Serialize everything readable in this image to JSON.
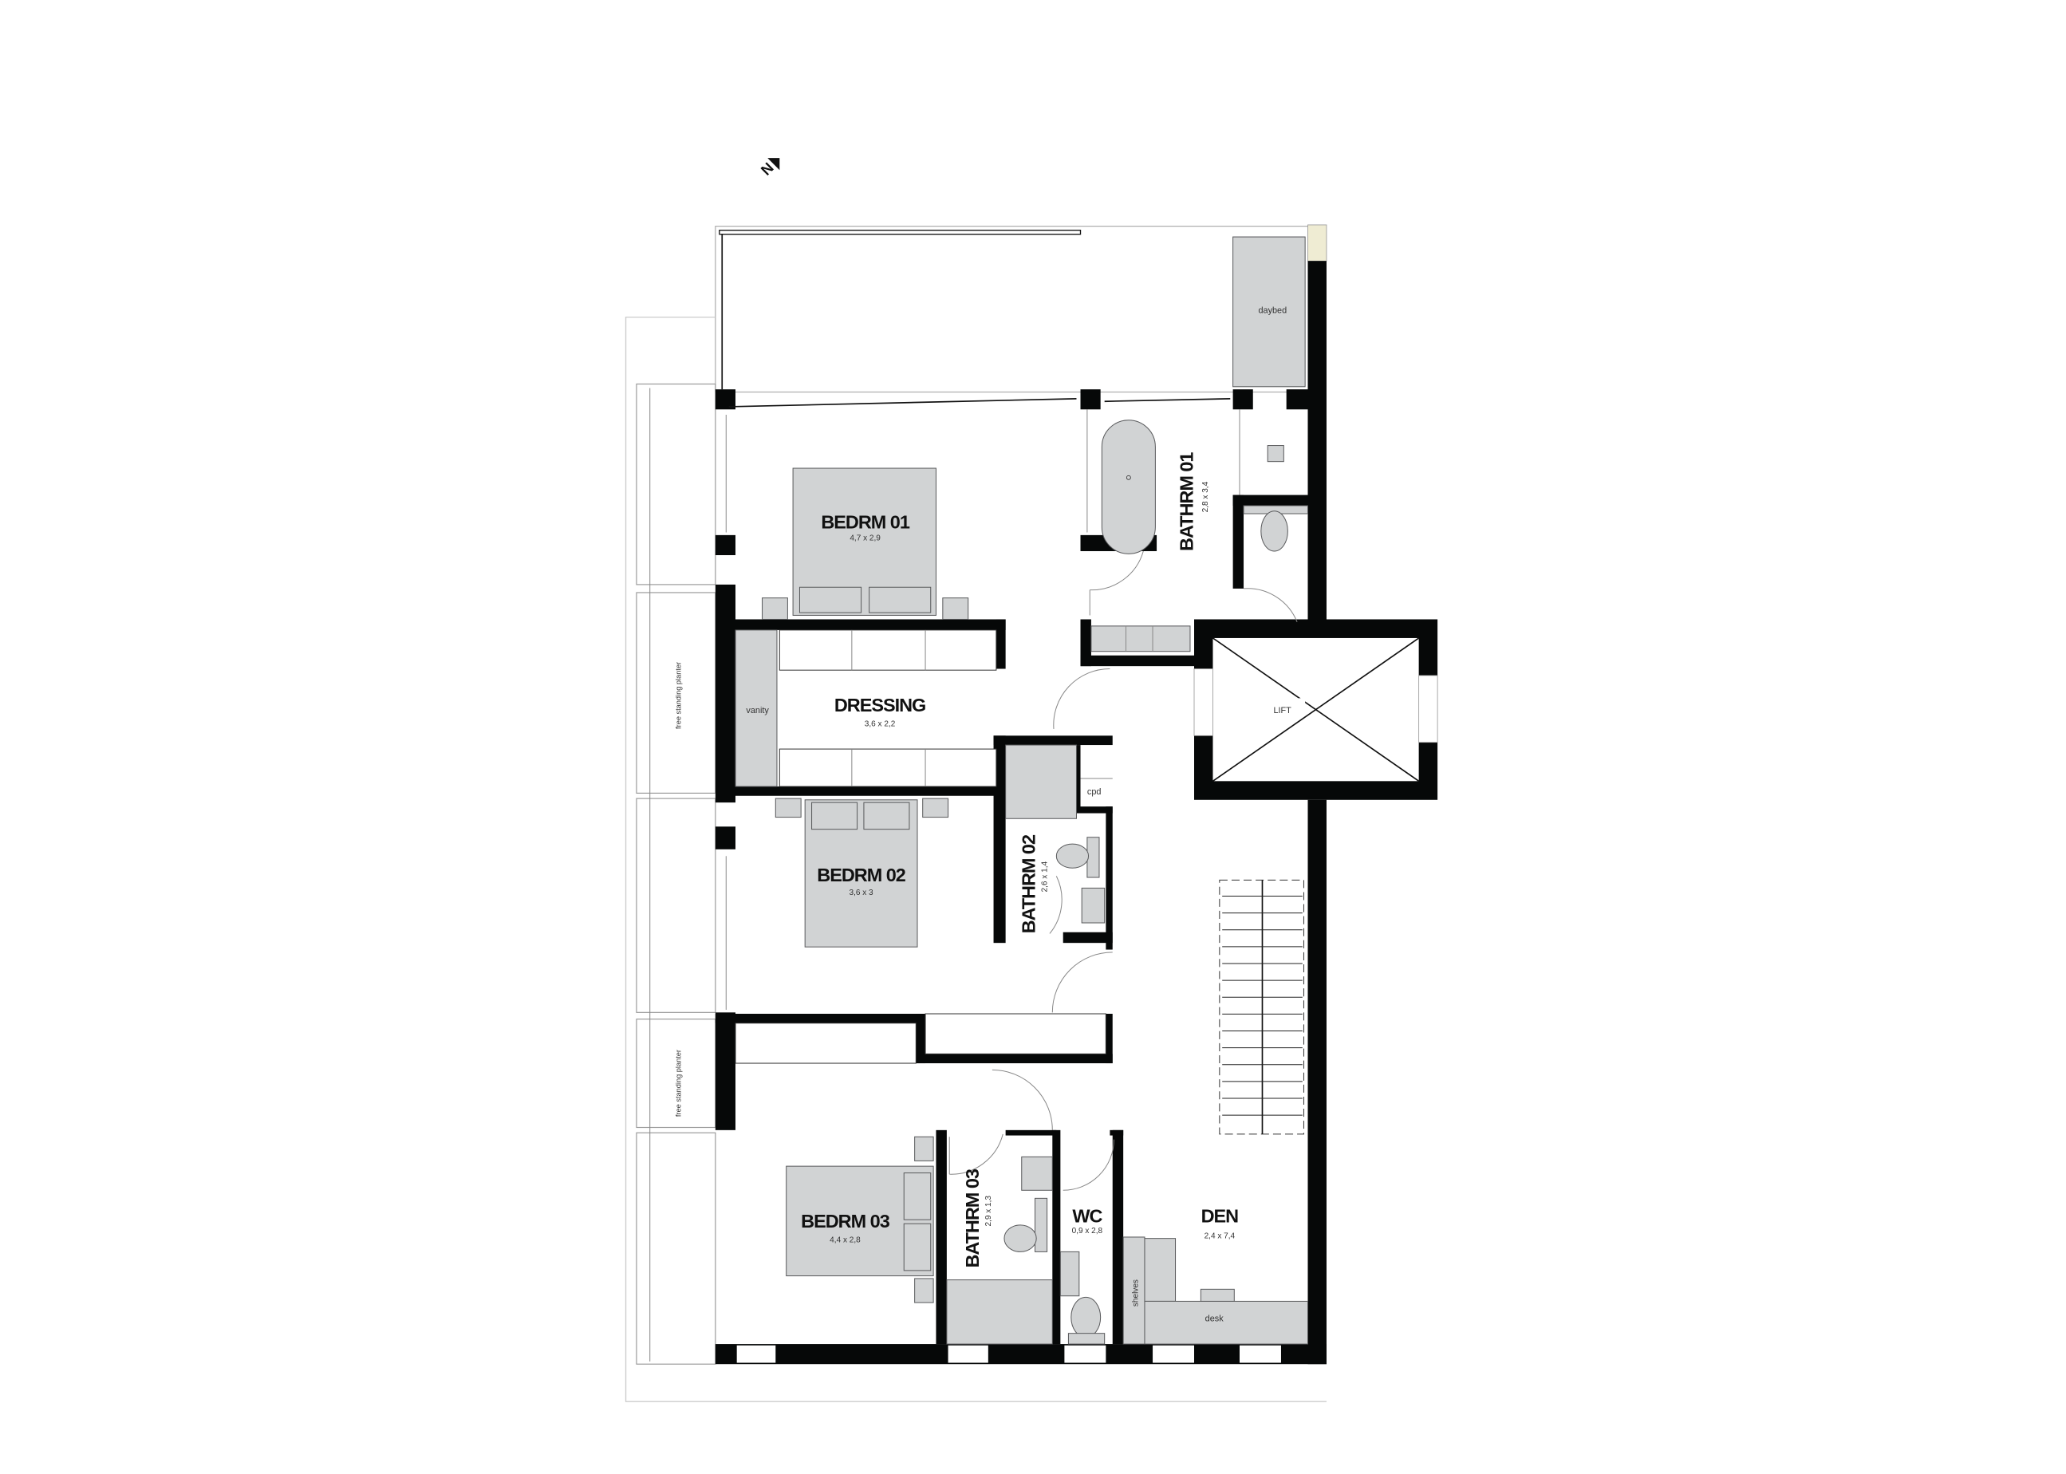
{
  "plan": {
    "north_label": "N",
    "rooms": {
      "bedrm01": {
        "name": "BEDRM 01",
        "size": "4,7 x 2,9"
      },
      "bathrm01": {
        "name": "BATHRM 01",
        "size": "2,8 x 3,4"
      },
      "dressing": {
        "name": "DRESSING",
        "size": "3,6 x 2,2"
      },
      "lift": {
        "name": "LIFT"
      },
      "bedrm02": {
        "name": "BEDRM 02",
        "size": "3,6 x 3"
      },
      "bathrm02": {
        "name": "BATHRM 02",
        "size": "2,6 x 1,4"
      },
      "bedrm03": {
        "name": "BEDRM 03",
        "size": "4,4 x 2,8"
      },
      "bathrm03": {
        "name": "BATHRM 03",
        "size": "2,9 x 1,3"
      },
      "wc": {
        "name": "WC",
        "size": "0,9 x 2,8"
      },
      "den": {
        "name": "DEN",
        "size": "2,4 x 7,4"
      }
    },
    "labels": {
      "daybed": "daybed",
      "vanity": "vanity",
      "cpd": "cpd",
      "planter1": "free standing planter",
      "planter2": "free standing planter",
      "shelves": "shelves",
      "desk": "desk"
    },
    "colors": {
      "wall": "#060808",
      "furniture": "#d1d3d4",
      "background": "#ffffff"
    }
  }
}
